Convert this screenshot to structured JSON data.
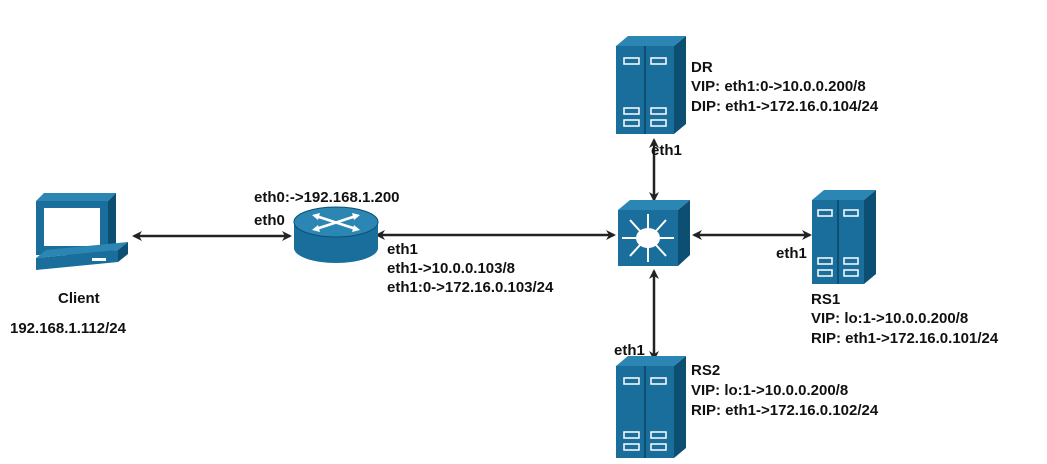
{
  "colors": {
    "device_fill": "#1a6e9b",
    "device_dark": "#0c4f73",
    "device_light": "#2c86b4",
    "line": "#222222",
    "text": "#111111"
  },
  "nodes": {
    "client": {
      "icon": "desktop-computer-icon",
      "name": "Client",
      "ip": "192.168.1.112/24"
    },
    "router": {
      "icon": "router-icon",
      "eth0_ip": "eth0:->192.168.1.200",
      "eth0": "eth0",
      "eth1": "eth1",
      "eth1_ip": "eth1->10.0.0.103/8",
      "eth1_alias": "eth1:0->172.16.0.103/24"
    },
    "switch": {
      "icon": "layer3-switch-icon"
    },
    "dr": {
      "icon": "server-tower-icon",
      "name": "DR",
      "vip": "VIP:  eth1:0->10.0.0.200/8",
      "dip": "DIP:  eth1->172.16.0.104/24",
      "iface": "eth1"
    },
    "rs1": {
      "icon": "server-tower-icon",
      "name": "RS1",
      "vip": "VIP:  lo:1->10.0.0.200/8",
      "rip": "RIP:  eth1->172.16.0.101/24",
      "iface": "eth1"
    },
    "rs2": {
      "icon": "server-tower-icon",
      "name": "RS2",
      "vip": "VIP:  lo:1->10.0.0.200/8",
      "rip": "RIP:  eth1->172.16.0.102/24",
      "iface": "eth1"
    }
  }
}
